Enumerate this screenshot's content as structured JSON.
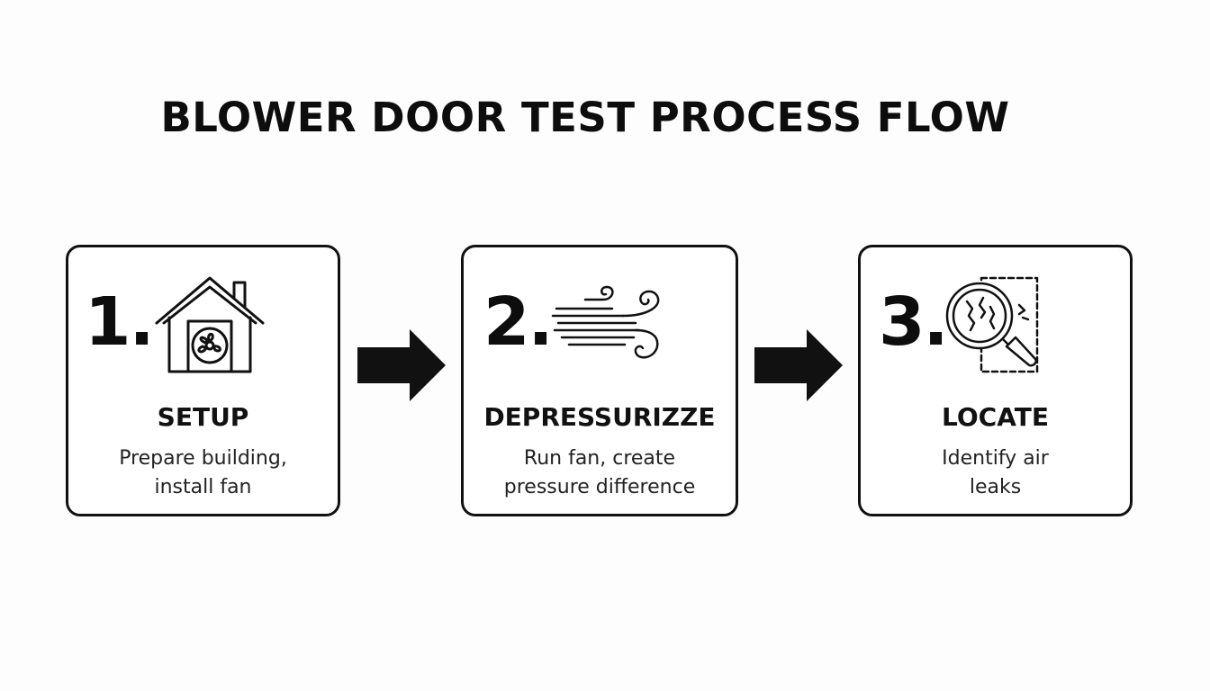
{
  "title": "BLOWER DOOR TEST PROCESS FLOW",
  "steps": [
    {
      "number": "1.",
      "heading": "SETUP",
      "description_lines": [
        "Prepare building,",
        "install fan"
      ],
      "icon": "house-with-fan-icon"
    },
    {
      "number": "2.",
      "heading": "DEPRESSURIZZE",
      "description_lines": [
        "Run fan, create",
        "pressure difference"
      ],
      "icon": "wind-icon"
    },
    {
      "number": "3.",
      "heading": "LOCATE",
      "description_lines": [
        "Identify air",
        "leaks"
      ],
      "icon": "magnifier-leak-icon"
    }
  ],
  "connectors": [
    "right-arrow-icon",
    "right-arrow-icon"
  ],
  "colors": {
    "ink": "#111111",
    "background": "#fdfdfd",
    "card": "#ffffff"
  }
}
